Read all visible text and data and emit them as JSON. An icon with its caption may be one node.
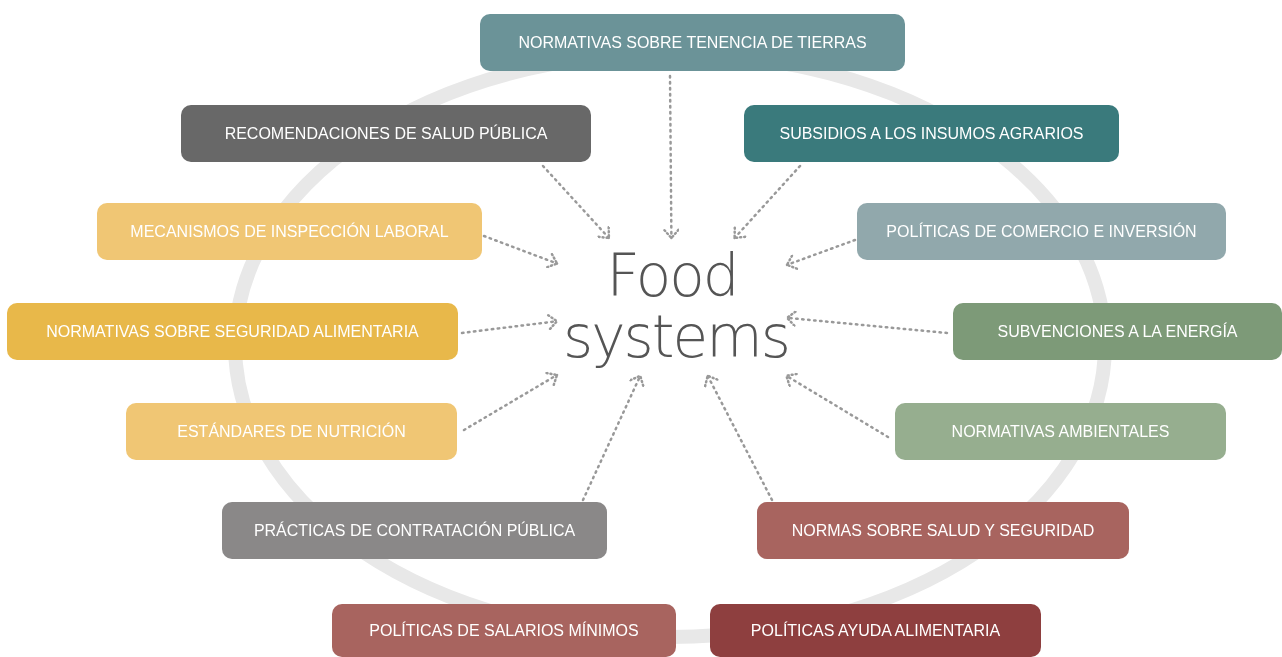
{
  "diagram": {
    "nodes": [
      {
        "text": [
          "Food systems"
        ]
      },
      {
        "text": [
          "NORMATIVAS SOBRE TENENCIA DE TIERRAS"
        ]
      },
      {
        "text": [
          "RECOMENDACIONES DE SALUD PÚBLICA"
        ]
      },
      {
        "text": [
          "SUBSIDIOS A LOS INSUMOS AGRARIOS"
        ]
      },
      {
        "text": [
          "MECANISMOS DE INSPECCIÓN LABORAL"
        ]
      },
      {
        "text": [
          "POLÍTICAS DE COMERCIO E INVERSIÓN"
        ]
      },
      {
        "text": [
          "NORMATIVAS SOBRE SEGURIDAD ALIMENTARIA"
        ]
      },
      {
        "text": [
          "SUBVENCIONES A LA ENERGÍA"
        ]
      },
      {
        "text": [
          "ESTÁNDARES DE NUTRICIÓN"
        ]
      },
      {
        "text": [
          "NORMATIVAS AMBIENTALES"
        ]
      },
      {
        "text": [
          "PRÁCTICAS DE CONTRATACIÓN PÚBLICA"
        ]
      },
      {
        "text": [
          "NORMAS SOBRE SALUD Y SEGURIDAD"
        ]
      },
      {
        "text": [
          "POLÍTICAS DE SALARIOS MÍNIMOS"
        ]
      },
      {
        "text": [
          "POLÍTICAS AYUDA ALIMENTARIA"
        ]
      }
    ],
    "edges": [
      {
        "from": 1,
        "to": 0,
        "arrow": "to"
      },
      {
        "from": 2,
        "to": 0,
        "arrow": "to"
      },
      {
        "from": 3,
        "to": 0,
        "arrow": "to"
      },
      {
        "from": 4,
        "to": 0,
        "arrow": "to"
      },
      {
        "from": 5,
        "to": 0,
        "arrow": "to"
      },
      {
        "from": 6,
        "to": 0,
        "arrow": "to"
      },
      {
        "from": 7,
        "to": 0,
        "arrow": "to"
      },
      {
        "from": 8,
        "to": 0,
        "arrow": "to"
      },
      {
        "from": 9,
        "to": 0,
        "arrow": "to"
      },
      {
        "from": 10,
        "to": 0,
        "arrow": "to"
      },
      {
        "from": 11,
        "to": 0,
        "arrow": "to"
      }
    ]
  }
}
